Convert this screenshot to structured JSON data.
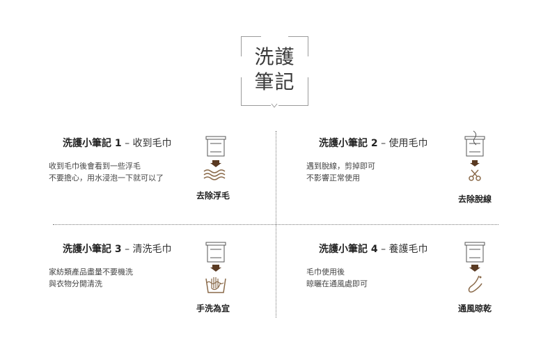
{
  "header": {
    "title_line1": "洗護",
    "title_line2": "筆記"
  },
  "cards": [
    {
      "title_bold": "洗護小筆記 1",
      "title_rest": "– 收到毛巾",
      "desc": [
        "收到毛巾後會看到一些浮毛",
        "不要擔心，用水浸泡一下就可以了"
      ],
      "result": "去除浮毛"
    },
    {
      "title_bold": "洗護小筆記 2",
      "title_rest": "– 使用毛巾",
      "desc": [
        "遇到脫線，剪掉即可",
        "不影響正常使用"
      ],
      "result": "去除脫線"
    },
    {
      "title_bold": "洗護小筆記 3",
      "title_rest": "– 清洗毛巾",
      "desc": [
        "家紡類產品盡量不要機洗",
        "與衣物分開清洗"
      ],
      "result": "手洗為宜"
    },
    {
      "title_bold": "洗護小筆記 4",
      "title_rest": "– 養護毛巾",
      "desc": [
        "毛巾使用後",
        "晾曬在通風處即可"
      ],
      "result": "通風晾乾"
    }
  ],
  "colors": {
    "accent": "#5a3a22",
    "line": "#777777"
  }
}
